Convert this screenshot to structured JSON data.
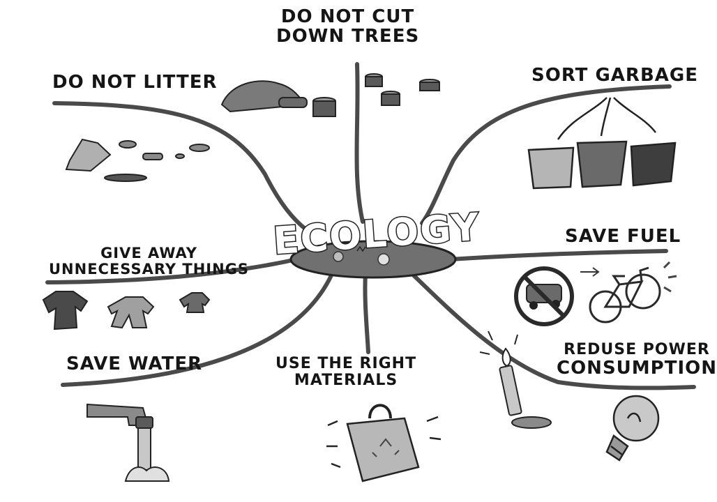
{
  "center": {
    "title": "ECOLOGY"
  },
  "branches": [
    {
      "id": "dont-cut-trees",
      "lines": [
        "DO NOT CUT",
        "DOWN TREES"
      ]
    },
    {
      "id": "dont-litter",
      "lines": [
        "DO NOT LITTER"
      ]
    },
    {
      "id": "sort-garbage",
      "lines": [
        "SORT GARBAGE"
      ]
    },
    {
      "id": "save-fuel",
      "lines": [
        "SAVE FUEL"
      ]
    },
    {
      "id": "give-away",
      "lines": [
        "GIVE AWAY",
        "UNNECESSARY THINGS"
      ]
    },
    {
      "id": "save-water",
      "lines": [
        "SAVE WATER"
      ]
    },
    {
      "id": "right-materials",
      "lines": [
        "USE THE RIGHT",
        "MATERIALS"
      ]
    },
    {
      "id": "reduse-power",
      "lines": [
        "REDUSE POWER",
        "CONSUMPTION"
      ]
    }
  ],
  "icons": {
    "tree-stumps": "tree-stump-icon",
    "litter": "litter-icon",
    "bins": "garbage-bins-icon",
    "no-car": "no-car-icon",
    "bicycle": "bicycle-icon",
    "clothes": "clothes-icon",
    "faucet": "water-faucet-icon",
    "bag": "recycle-bag-icon",
    "candle": "candle-icon",
    "bulb": "light-bulb-icon"
  },
  "colors": {
    "ink": "#151515",
    "branch": "#4a4a4a",
    "island": "#6f6f6f"
  }
}
